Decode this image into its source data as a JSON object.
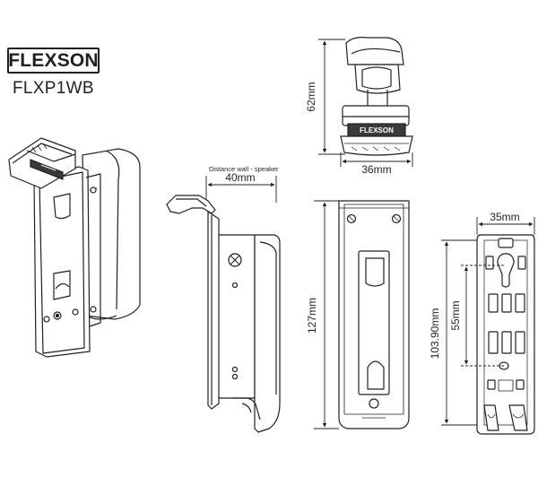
{
  "brand": {
    "logo": "FLEXSON",
    "model": "FLXP1WB"
  },
  "dimensions": {
    "height_top": "62mm",
    "width_top": "36mm",
    "distance_label": "Distance wall - speaker",
    "distance_value": "40mm",
    "height_front": "127mm",
    "height_back": "103.90mm",
    "width_back": "35mm",
    "hole_spacing": "55mm"
  },
  "colors": {
    "line": "#231f20",
    "fill": "#ffffff",
    "shade": "#d9d9d9",
    "dark": "#3a3a3a"
  }
}
